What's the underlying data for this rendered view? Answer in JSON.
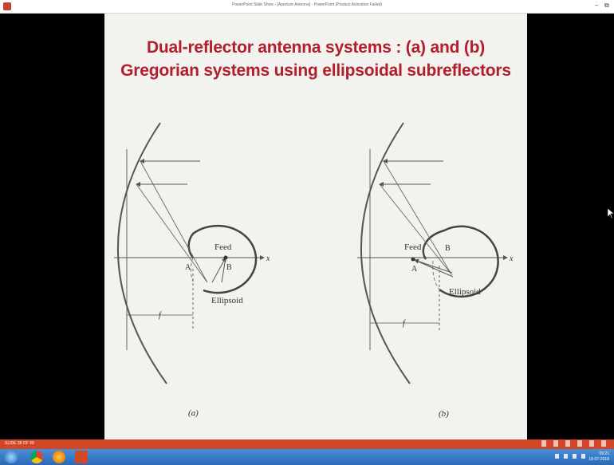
{
  "window": {
    "title": "PowerPoint Slide Show - [Aperture Antenna] - PowerPoint (Product Activation Failed)",
    "minimize_glyph": "–",
    "restore_glyph": "⧉"
  },
  "slide": {
    "title_line1": "Dual-reflector antenna systems : (a) and (b)",
    "title_line2": "Gregorian systems using ellipsoidal subreflectors",
    "figure_a": {
      "feed_label": "Feed",
      "point_a_label": "A",
      "point_b_label": "B",
      "axis_label": "x",
      "ellipsoid_label": "Ellipsoid",
      "focal_label": "f",
      "caption": "(a)"
    },
    "figure_b": {
      "feed_label": "Feed",
      "point_a_label": "A",
      "point_b_label": "B",
      "axis_label": "x",
      "ellipsoid_label": "Ellipsoid",
      "focal_label": "f",
      "caption": "(b)"
    }
  },
  "statusbar": {
    "slide_counter": "SLIDE 38 OF 49"
  },
  "taskbar": {
    "time": "09:21",
    "date": "18-07-2018"
  },
  "icons": [
    "powerpoint-icon",
    "start-icon",
    "chrome-icon",
    "firefox-icon",
    "powerpoint-taskbar-icon",
    "mouse-cursor-icon"
  ]
}
